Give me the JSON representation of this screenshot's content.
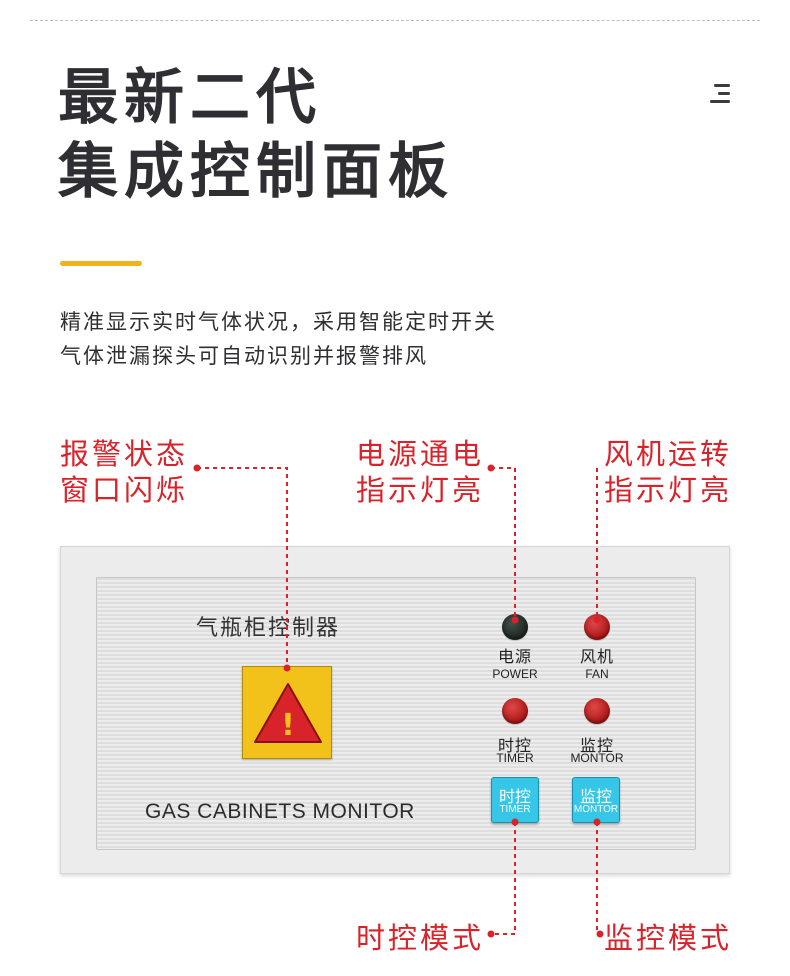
{
  "headline": {
    "line1": "最新二代",
    "line2": "集成控制面板"
  },
  "intro": {
    "line1": "精准显示实时气体状况，采用智能定时开关",
    "line2": "气体泄漏探头可自动识别并报警排风"
  },
  "callouts": {
    "alarm": {
      "line1": "报警状态",
      "line2": "窗口闪烁"
    },
    "power": {
      "line1": "电源通电",
      "line2": "指示灯亮"
    },
    "fan": {
      "line1": "风机运转",
      "line2": "指示灯亮"
    },
    "timer_mode": "时控模式",
    "monitor_mode": "监控模式"
  },
  "panel": {
    "title": "气瓶柜控制器",
    "brand": "GAS CABINETS MONITOR",
    "indicators": [
      {
        "cn": "电源",
        "en": "POWER",
        "color": "dark"
      },
      {
        "cn": "风机",
        "en": "FAN",
        "color": "red"
      },
      {
        "cn": "时控",
        "en": "TIMER",
        "color": "red"
      },
      {
        "cn": "监控",
        "en": "MONTOR",
        "color": "red"
      }
    ],
    "buttons": [
      {
        "cn": "时控",
        "en": "TIMER"
      },
      {
        "cn": "监控",
        "en": "MONTOR"
      }
    ],
    "warning_symbol": "!"
  },
  "colors": {
    "accent": "#f2b21c",
    "callout": "#d8232a",
    "warning_box": "#f2c21b",
    "warning_triangle": "#d8232a",
    "button": "#35c6e8"
  },
  "icons": {
    "menu": "menu-icon",
    "warning": "warning-icon"
  }
}
